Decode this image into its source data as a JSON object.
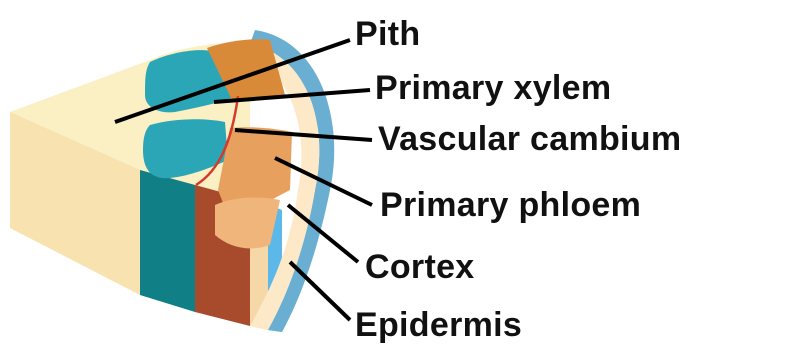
{
  "diagram": {
    "labels": {
      "pith": "Pith",
      "primary_xylem": "Primary xylem",
      "vascular_cambium": "Vascular cambium",
      "primary_phloem": "Primary phloem",
      "cortex": "Cortex",
      "epidermis": "Epidermis"
    },
    "colors": {
      "pith": "#fbefc4",
      "pith_side": "#f2d9a0",
      "primary_xylem": "#2aa6b6",
      "primary_xylem_side": "#117f86",
      "primary_phloem": "#e8a05e",
      "primary_phloem_side": "#a84a2c",
      "secondary_xylem": "#d98a38",
      "vascular_cambium": "#d23b2b",
      "cortex": "#fde9c8",
      "epidermis": "#6aaed2",
      "epidermis_side": "#5bb8e8",
      "leader_line": "#000000",
      "label_text": "#111111"
    }
  }
}
